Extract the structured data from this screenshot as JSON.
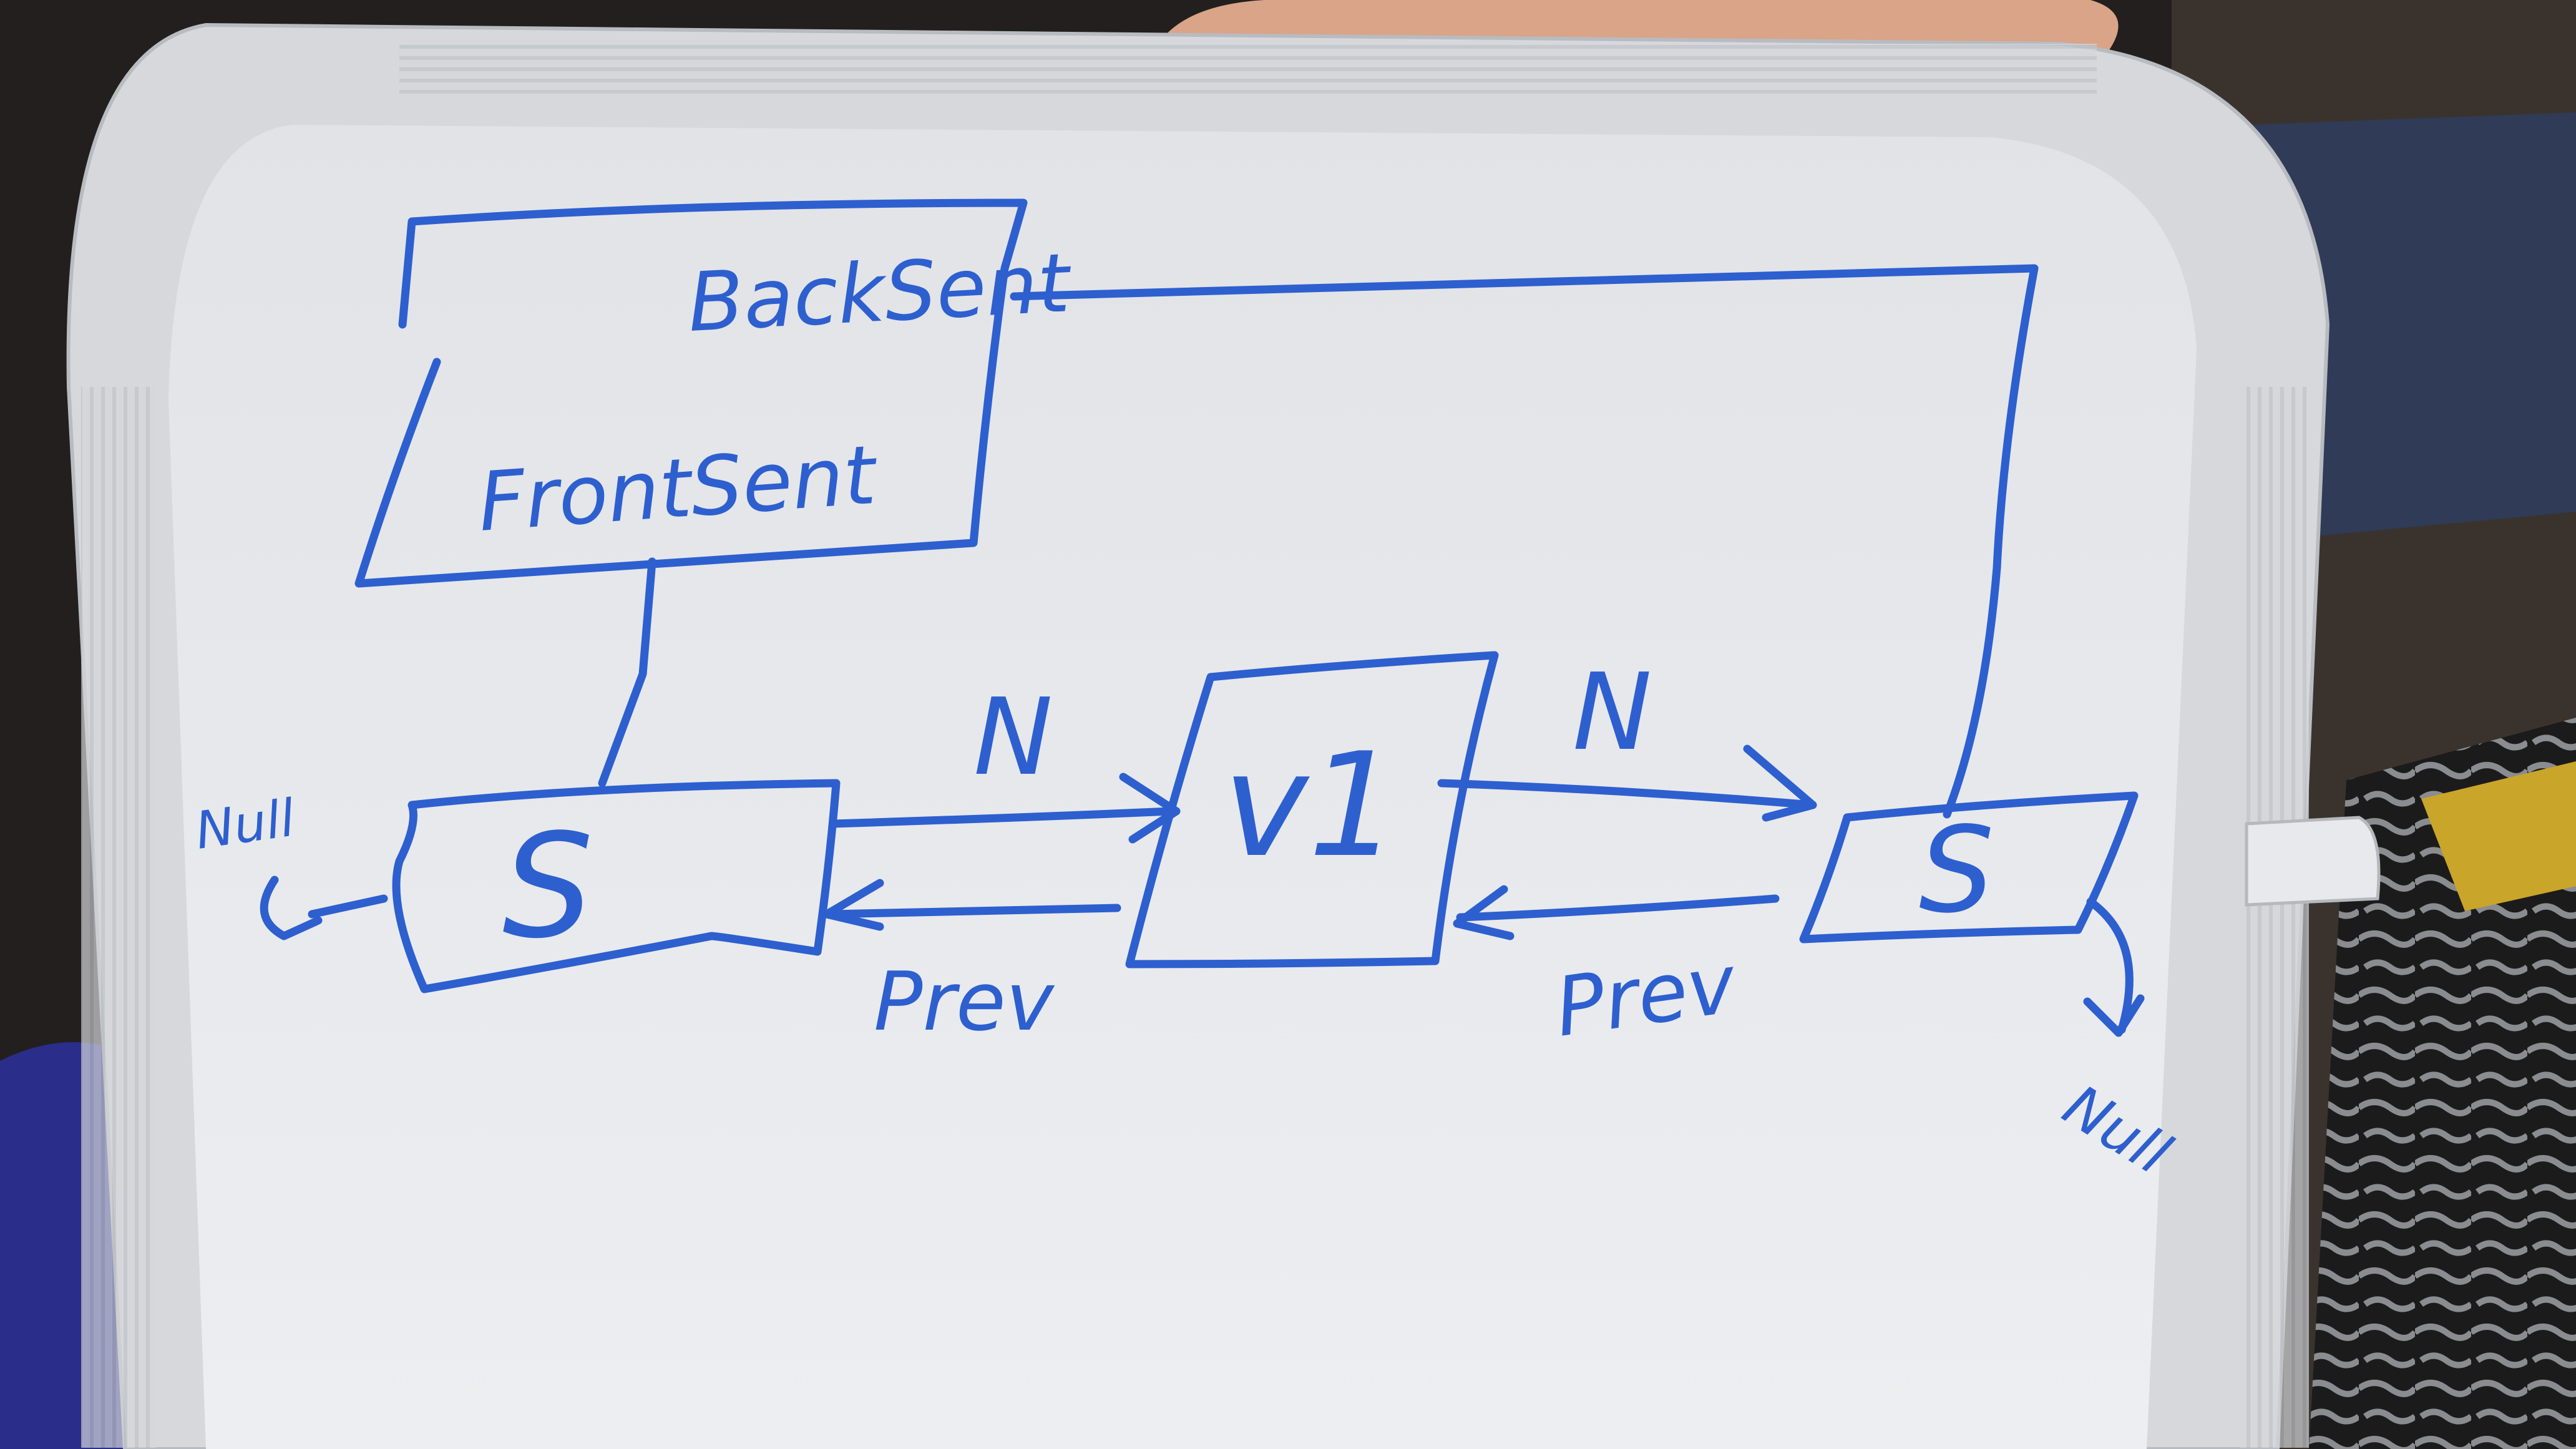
{
  "diagram": {
    "header_node": {
      "back_label": "BackSent",
      "front_label": "FrontSent"
    },
    "nodes": [
      {
        "id": "front-sentinel",
        "label": "S"
      },
      {
        "id": "value-node",
        "label": "v1"
      },
      {
        "id": "back-sentinel",
        "label": "S"
      }
    ],
    "edge_labels": {
      "next_1": "N",
      "next_2": "N",
      "prev_1": "Prev",
      "prev_2": "Prev",
      "null_left": "Null",
      "null_right": "Null"
    }
  },
  "colors": {
    "ink": "#2e5fcf",
    "board": "#e3e5e9",
    "frame": "#d6d8dc",
    "background": "#2a2624",
    "hand": "#d9a488",
    "sleeve": "#2b2d8a"
  }
}
